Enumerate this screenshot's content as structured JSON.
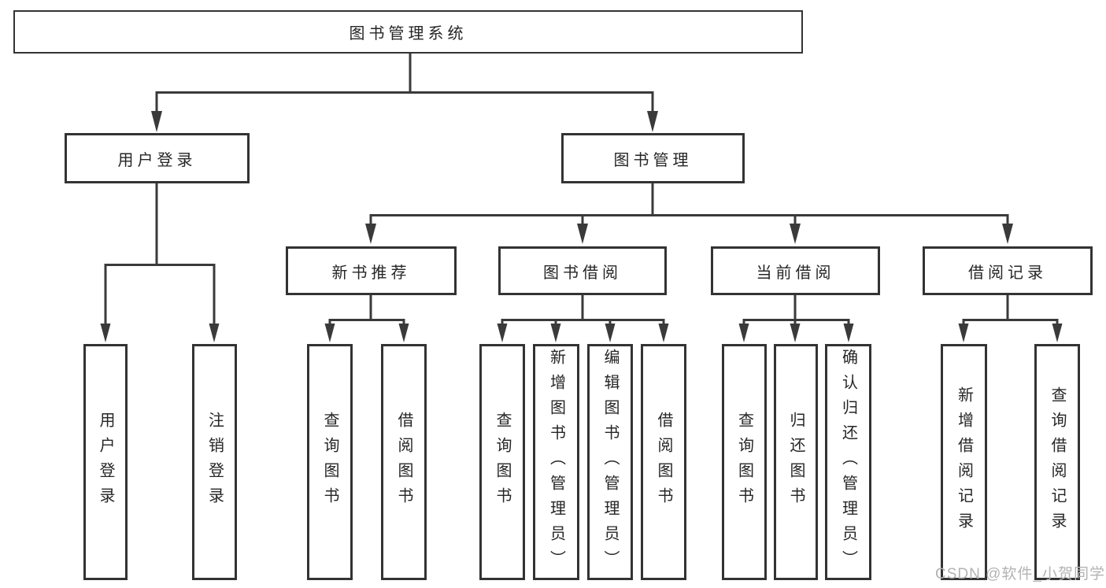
{
  "nodes": {
    "root": "图书管理系统",
    "level2": {
      "user_login": "用户登录",
      "book_management": "图书管理"
    },
    "level3": {
      "new_book_recommend": "新书推荐",
      "book_borrow": "图书借阅",
      "current_borrow": "当前借阅",
      "borrow_records": "借阅记录"
    },
    "leaves": {
      "user_login": "用户登录",
      "logout": "注销登录",
      "nb_query_books": "查询图书",
      "nb_borrow_books": "借阅图书",
      "bb_query_books": "查询图书",
      "bb_add_books_admin": "新增图书（管理员）",
      "bb_edit_books_admin": "编辑图书（管理员）",
      "bb_borrow_books": "借阅图书",
      "cb_query_books": "查询图书",
      "cb_return_books": "归还图书",
      "cb_confirm_return_admin": "确认归还（管理员）",
      "br_add_record": "新增借阅记录",
      "br_query_record": "查询借阅记录"
    },
    "watermark": "CSDN @软件_小贺同学"
  },
  "colors": {
    "line": "#3a3a3a",
    "box_border": "#333333",
    "text": "#262626",
    "watermark": "#b3b3b3",
    "background": "#ffffff"
  }
}
